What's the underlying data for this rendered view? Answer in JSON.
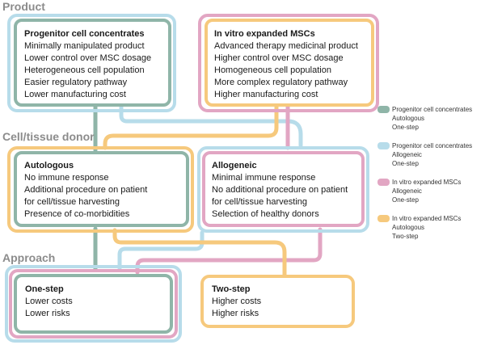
{
  "colors": {
    "green": "#8fb5a8",
    "blue": "#b7dcea",
    "pink": "#e2a6c3",
    "orange": "#f6c97d",
    "title_gray": "#8c8c8c"
  },
  "sections": {
    "product": "Product",
    "donor": "Cell/tissue donor",
    "approach": "Approach"
  },
  "boxes": {
    "progenitor": {
      "title": "Progenitor cell concentrates",
      "lines": [
        "Minimally manipulated product",
        "Lower control over MSC dosage",
        "Heterogeneous cell population",
        "Easier regulatory pathway",
        "Lower manufacturing cost"
      ]
    },
    "invitro": {
      "title": "In vitro expanded MSCs",
      "lines": [
        "Advanced therapy medicinal product",
        "Higher control over MSC dosage",
        "Homogeneous cell population",
        "More complex regulatory pathway",
        "Higher manufacturing cost"
      ]
    },
    "autologous": {
      "title": "Autologous",
      "lines": [
        "No immune response",
        "Additional procedure on patient",
        "for cell/tissue harvesting",
        "Presence of co-morbidities"
      ]
    },
    "allogeneic": {
      "title": "Allogeneic",
      "lines": [
        "Minimal immune response",
        "No additional procedure on patient",
        "for cell/tissue harvesting",
        "Selection of healthy donors"
      ]
    },
    "onestep": {
      "title": "One-step",
      "lines": [
        "Lower costs",
        "Lower risks"
      ]
    },
    "twostep": {
      "title": "Two-step",
      "lines": [
        "Higher costs",
        "Higher risks"
      ]
    }
  },
  "legend": [
    {
      "color": "green",
      "lines": [
        "Progenitor cell concentrates",
        "Autologous",
        "One-step"
      ]
    },
    {
      "color": "blue",
      "lines": [
        "Progenitor cell concentrates",
        "Allogeneic",
        "One-step"
      ]
    },
    {
      "color": "pink",
      "lines": [
        "In vitro expanded MSCs",
        "Allogeneic",
        "One-step"
      ]
    },
    {
      "color": "orange",
      "lines": [
        "In vitro expanded MSCs",
        "Autologous",
        "Two-step"
      ]
    }
  ]
}
